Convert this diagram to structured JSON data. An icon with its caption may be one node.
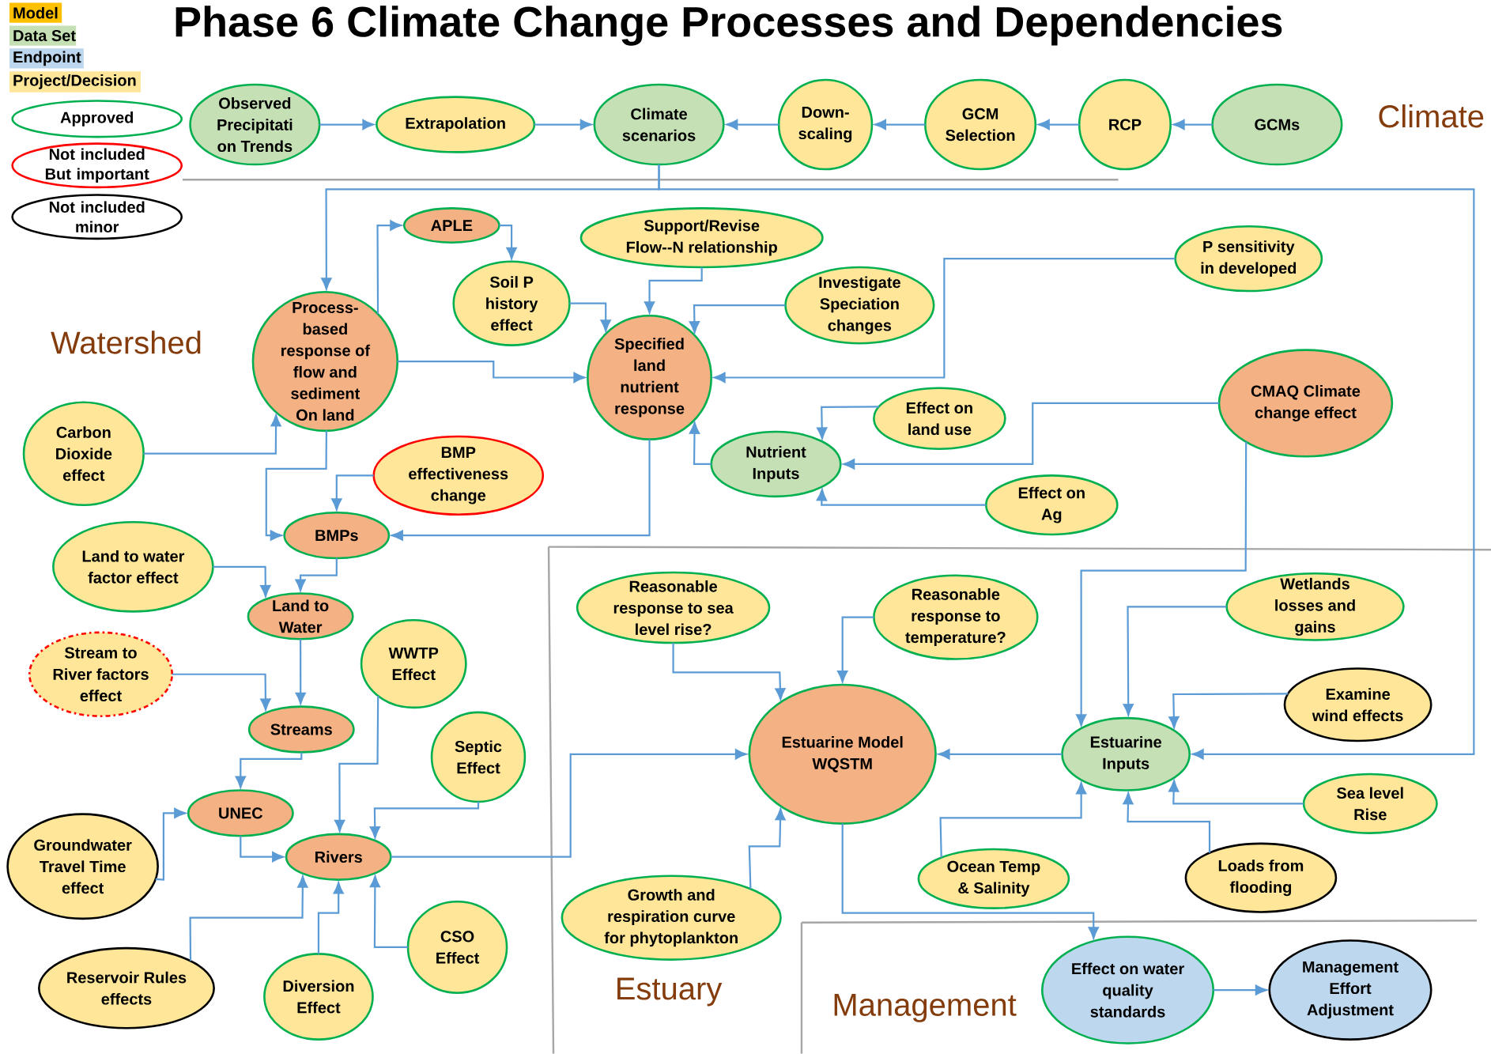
{
  "diagram": {
    "title": "Phase 6 Climate Change Processes and Dependencies",
    "nodes": [
      {
        "text": [
          "Observed Precipitati on Trends"
        ]
      },
      {
        "text": [
          "Extrapolation"
        ]
      },
      {
        "text": [
          "Climate scenarios"
        ]
      },
      {
        "text": [
          "Down-scaling"
        ]
      },
      {
        "text": [
          "GCM Selection"
        ]
      },
      {
        "text": [
          "RCP"
        ]
      },
      {
        "text": [
          "GCMs"
        ]
      },
      {
        "text": [
          "APLE"
        ]
      },
      {
        "text": [
          "Support/Revise Flow--N relationship"
        ]
      },
      {
        "text": [
          "Soil P history effect"
        ]
      },
      {
        "text": [
          "Investigate Speciation changes"
        ]
      },
      {
        "text": [
          "P sensitivity in developed"
        ]
      },
      {
        "text": [
          "Process-based response of flow and sediment On land"
        ]
      },
      {
        "text": [
          "Specified land nutrient response"
        ]
      },
      {
        "text": [
          "CMAQ Climate change effect"
        ]
      },
      {
        "text": [
          "Carbon Dioxide effect"
        ]
      },
      {
        "text": [
          "Effect on land use"
        ]
      },
      {
        "text": [
          "BMP effectiveness change"
        ]
      },
      {
        "text": [
          "Nutrient Inputs"
        ]
      },
      {
        "text": [
          "Effect on Ag"
        ]
      },
      {
        "text": [
          "BMPs"
        ]
      },
      {
        "text": [
          "Land to water factor effect"
        ]
      },
      {
        "text": [
          "Reasonable response to sea level rise?"
        ]
      },
      {
        "text": [
          "Reasonable response to temperature?"
        ]
      },
      {
        "text": [
          "Wetlands losses and gains"
        ]
      },
      {
        "text": [
          "Land to Water"
        ]
      },
      {
        "text": [
          "Stream to River factors effect"
        ]
      },
      {
        "text": [
          "WWTP Effect"
        ]
      },
      {
        "text": [
          "Examine wind effects"
        ]
      },
      {
        "text": [
          "Streams"
        ]
      },
      {
        "text": [
          "Estuarine Model WQSTM"
        ]
      },
      {
        "text": [
          "Estuarine Inputs"
        ]
      },
      {
        "text": [
          "Septic Effect"
        ]
      },
      {
        "text": [
          "Sea level Rise"
        ]
      },
      {
        "text": [
          "UNEC"
        ]
      },
      {
        "text": [
          "Groundwater Travel Time effect"
        ]
      },
      {
        "text": [
          "Rivers"
        ]
      },
      {
        "text": [
          "Ocean Temp & Salinity"
        ]
      },
      {
        "text": [
          "Loads from flooding"
        ]
      },
      {
        "text": [
          "Growth and respiration curve for phytoplankton"
        ]
      },
      {
        "text": [
          "CSO Effect"
        ]
      },
      {
        "text": [
          "Reservoir Rules effects"
        ]
      },
      {
        "text": [
          "Diversion Effect"
        ]
      },
      {
        "text": [
          "Effect on water quality standards"
        ]
      },
      {
        "text": [
          "Management Effort Adjustment"
        ]
      }
    ],
    "edges": [
      {
        "from": 0,
        "to": 1,
        "arrow": "to"
      },
      {
        "from": 1,
        "to": 2,
        "arrow": "to"
      },
      {
        "from": 3,
        "to": 2,
        "arrow": "to"
      },
      {
        "from": 4,
        "to": 3,
        "arrow": "to"
      },
      {
        "from": 5,
        "to": 4,
        "arrow": "to"
      },
      {
        "from": 6,
        "to": 5,
        "arrow": "to"
      },
      {
        "from": 2,
        "to": 12,
        "arrow": "to"
      },
      {
        "from": 2,
        "to": 31,
        "arrow": "to"
      },
      {
        "from": 12,
        "to": 7,
        "arrow": "to"
      },
      {
        "from": 7,
        "to": 9,
        "arrow": "to"
      },
      {
        "from": 9,
        "to": 13,
        "arrow": "to"
      },
      {
        "from": 8,
        "to": 13,
        "arrow": "to"
      },
      {
        "from": 10,
        "to": 13,
        "arrow": "to"
      },
      {
        "from": 11,
        "to": 13,
        "arrow": "to"
      },
      {
        "from": 12,
        "to": 13,
        "arrow": "to"
      },
      {
        "from": 18,
        "to": 13,
        "arrow": "to"
      },
      {
        "from": 16,
        "to": 18,
        "arrow": "to"
      },
      {
        "from": 14,
        "to": 18,
        "arrow": "to"
      },
      {
        "from": 19,
        "to": 18,
        "arrow": "to"
      },
      {
        "from": 15,
        "to": 12,
        "arrow": "to"
      },
      {
        "from": 12,
        "to": 20,
        "arrow": "to"
      },
      {
        "from": 17,
        "to": 20,
        "arrow": "to"
      },
      {
        "from": 13,
        "to": 20,
        "arrow": "to"
      },
      {
        "from": 20,
        "to": 25,
        "arrow": "to"
      },
      {
        "from": 21,
        "to": 25,
        "arrow": "to"
      },
      {
        "from": 25,
        "to": 29,
        "arrow": "to"
      },
      {
        "from": 26,
        "to": 29,
        "arrow": "to"
      },
      {
        "from": 29,
        "to": 34,
        "arrow": "to"
      },
      {
        "from": 35,
        "to": 34,
        "arrow": "to"
      },
      {
        "from": 34,
        "to": 36,
        "arrow": "to"
      },
      {
        "from": 27,
        "to": 36,
        "arrow": "to"
      },
      {
        "from": 32,
        "to": 36,
        "arrow": "to"
      },
      {
        "from": 41,
        "to": 36,
        "arrow": "to"
      },
      {
        "from": 42,
        "to": 36,
        "arrow": "to"
      },
      {
        "from": 40,
        "to": 36,
        "arrow": "to"
      },
      {
        "from": 36,
        "to": 30,
        "arrow": "to"
      },
      {
        "from": 22,
        "to": 30,
        "arrow": "to"
      },
      {
        "from": 23,
        "to": 30,
        "arrow": "to"
      },
      {
        "from": 39,
        "to": 30,
        "arrow": "to"
      },
      {
        "from": 31,
        "to": 30,
        "arrow": "to"
      },
      {
        "from": 14,
        "to": 31,
        "arrow": "to"
      },
      {
        "from": 24,
        "to": 31,
        "arrow": "to"
      },
      {
        "from": 28,
        "to": 31,
        "arrow": "to"
      },
      {
        "from": 33,
        "to": 31,
        "arrow": "to"
      },
      {
        "from": 38,
        "to": 31,
        "arrow": "to"
      },
      {
        "from": 37,
        "to": 31,
        "arrow": "to"
      },
      {
        "from": 30,
        "to": 43,
        "arrow": "to"
      },
      {
        "from": 43,
        "to": 44,
        "arrow": "to"
      }
    ],
    "labels": [
      "Climate",
      "Watershed",
      "Estuary",
      "Management"
    ],
    "legend": [
      {
        "text": "Model",
        "color": "#ffc000"
      },
      {
        "text": "Data Set",
        "color": "#c5e0b4"
      },
      {
        "text": "Endpoint",
        "color": "#bdd7ee"
      },
      {
        "text": "Project/Decision",
        "color": "#ffe699"
      },
      {
        "text": "Approved"
      },
      {
        "text": "Not included But important"
      },
      {
        "text": "Not included minor"
      }
    ]
  }
}
